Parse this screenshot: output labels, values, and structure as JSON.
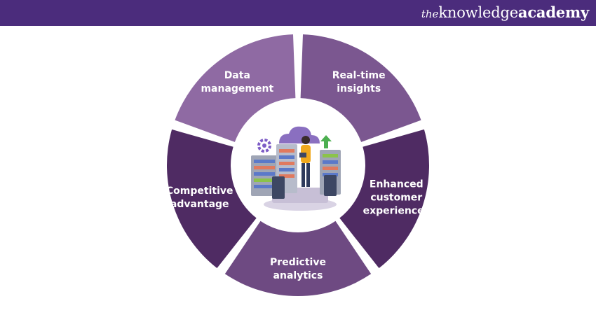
{
  "brand": {
    "prefix": "the",
    "name_light": "knowledge",
    "name_bold": "academy"
  },
  "colors": {
    "header": "#4b2c7c",
    "segment_dark": "#4f2b63",
    "segment_medium": "#6e4a82",
    "segment_light": "#8f6aa3",
    "segment_mid_light": "#7b5790"
  },
  "diagram": {
    "segments": [
      {
        "id": "competitive-advantage",
        "lines": [
          "Competitive",
          "advantage"
        ],
        "color": "#4f2b63"
      },
      {
        "id": "data-management",
        "lines": [
          "Data",
          "management"
        ],
        "color": "#8f6aa3"
      },
      {
        "id": "real-time-insights",
        "lines": [
          "Real-time",
          "insights"
        ],
        "color": "#7b5790"
      },
      {
        "id": "enhanced-customer-experiences",
        "lines": [
          "Enhanced",
          "customer",
          "experiences"
        ],
        "color": "#4f2b63"
      },
      {
        "id": "predictive-analytics",
        "lines": [
          "Predictive",
          "analytics"
        ],
        "color": "#6e4a82"
      }
    ],
    "center_icon": "data-center-illustration"
  }
}
